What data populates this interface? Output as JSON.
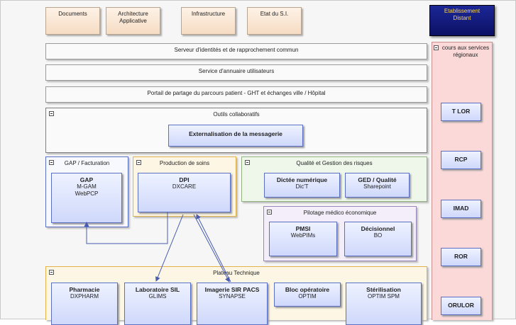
{
  "top_tabs": [
    "Documents",
    "Architecture\nApplicative",
    "Infrastructure",
    "Etat du S.I."
  ],
  "etablissement": "Etablissement\nDistant",
  "bars": {
    "identites": "Serveur d'identités et de rapprochement commun",
    "annuaire": "Service d'annuaire utilisateurs",
    "portail": "Portail de partage du parcours patient - GHT et échanges ville / Hôpital"
  },
  "outils": {
    "title": "Outils collaboratifs",
    "messagerie": "Externalisation de la messagerie"
  },
  "gap": {
    "title": "GAP / Facturation",
    "app_title": "GAP",
    "app_lines": "M-GAM\nWebPCP"
  },
  "soins": {
    "title": "Production de soins",
    "app_title": "DPI",
    "app_lines": "DXCARE"
  },
  "qualite": {
    "title": "Qualité et Gestion des risques",
    "apps": [
      {
        "title": "Dictée numérique",
        "sub": "Dic'T"
      },
      {
        "title": "GED / Qualité",
        "sub": "Sharepoint"
      }
    ]
  },
  "pilotage": {
    "title": "Pilotage médico économique",
    "apps": [
      {
        "title": "PMSI",
        "sub": "WebPIMs"
      },
      {
        "title": "Décisionnel",
        "sub": "BO"
      }
    ]
  },
  "plateau": {
    "title": "Plateau Technique",
    "apps": [
      {
        "title": "Pharmacie",
        "sub": "DXPHARM"
      },
      {
        "title": "Laboratoire SIL",
        "sub": "GLIMS"
      },
      {
        "title": "Imagerie SIR PACS",
        "sub": "SYNAPSE"
      },
      {
        "title": "Bloc opératoire",
        "sub": "OPTIM"
      },
      {
        "title": "Stérilisation",
        "sub": "OPTIM SPM"
      }
    ]
  },
  "recours": {
    "title": "Recours aux services régionaux",
    "title_display": "cours aux services\nrégionaux",
    "items": [
      "T LOR",
      "RCP",
      "IMAD",
      "ROR",
      "ORULOR"
    ]
  }
}
